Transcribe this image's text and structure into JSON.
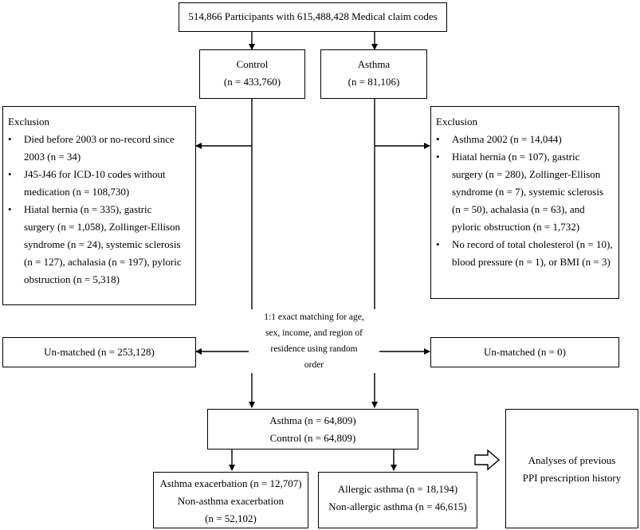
{
  "top": {
    "text": "514,866 Participants with  615,488,428 Medical claim codes"
  },
  "control": {
    "label": "Control",
    "count": "(n = 433,760)"
  },
  "asthma": {
    "label": "Asthma",
    "count": "(n = 81,106)"
  },
  "exclusion_left": {
    "title": "Exclusion",
    "items": [
      [
        "Died before 2003 or no-record since",
        "2003 (n = 34)"
      ],
      [
        "J45-J46 for ICD-10 codes without",
        "medication (n = 108,730)"
      ],
      [
        "Hiatal hernia (n = 335), gastric",
        "surgery (n = 1,058), Zollinger-Ellison",
        "syndrome (n = 24), systemic sclerosis",
        "(n = 127), achalasia (n = 197), pyloric",
        "obstruction (n = 5,318)"
      ]
    ]
  },
  "exclusion_right": {
    "title": "Exclusion",
    "items": [
      [
        "Asthma 2002 (n = 14,044)"
      ],
      [
        "Hiatal hernia (n = 107), gastric",
        "surgery (n = 280), Zollinger-Ellison",
        "syndrome (n = 7), systemic sclerosis",
        "(n = 50), achalasia (n = 63), and",
        "pyloric obstruction (n = 1,732)"
      ],
      [
        "No record of total cholesterol (n = 10),",
        "blood pressure (n = 1), or BMI (n = 3)"
      ]
    ]
  },
  "matching_note": [
    "1:1 exact matching for age,",
    "sex, income, and region of",
    "residence using random",
    "order"
  ],
  "unmatched_left": "Un-matched (n = 253,128)",
  "unmatched_right": "Un-matched (n = 0)",
  "matched": {
    "line1": "Asthma (n = 64,809)",
    "line2": "Control (n = 64,809)"
  },
  "exacerbation": [
    "Asthma exacerbation (n = 12,707)",
    "Non-asthma exacerbation",
    "(n = 52,102)"
  ],
  "allergic": [
    "Allergic asthma (n = 18,194)",
    "Non-allergic asthma (n = 46,615)"
  ],
  "analyses": [
    "Analyses of previous",
    "PPI prescription history"
  ]
}
